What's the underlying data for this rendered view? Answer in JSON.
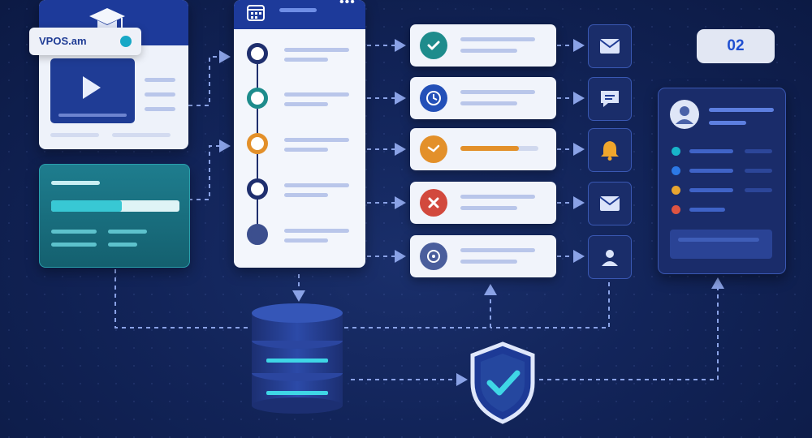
{
  "brand": {
    "name": "VPOS.am"
  },
  "page_number": "02",
  "colors": {
    "background": "#0f1f4d",
    "primary_blue": "#1d3a9a",
    "teal": "#1e7d8e",
    "status_success": "#1e8c8c",
    "status_pending": "#2350b8",
    "status_warning": "#e3902a",
    "status_error": "#d2493d",
    "status_other": "#4a5e9c"
  },
  "icons": {
    "brand_badge": "graduation-cap-icon",
    "timeline_header": "calendar-icon",
    "course": "play-icon",
    "storage": "database-icon",
    "security": "shield-check-icon",
    "profile": "user-avatar-icon"
  },
  "timeline": {
    "steps": [
      {
        "color": "#1f2f6e",
        "fill": "#ffffff"
      },
      {
        "color": "#1e8c8c",
        "fill": "#ffffff"
      },
      {
        "color": "#e3902a",
        "fill": "#ffffff"
      },
      {
        "color": "#1f2f6e",
        "fill": "#ffffff"
      },
      {
        "color": "#3c4f8e",
        "fill": "#3c4f8e"
      }
    ]
  },
  "status_cards": [
    {
      "state": "success",
      "icon": "check-icon",
      "color": "#1e8c8c",
      "channel_icon": "envelope-icon"
    },
    {
      "state": "pending",
      "icon": "clock-icon",
      "color": "#2350b8",
      "channel_icon": "chat-bubble-icon"
    },
    {
      "state": "in-progress",
      "icon": "timer-icon",
      "color": "#e3902a",
      "progress": 0.75,
      "channel_icon": "bell-icon"
    },
    {
      "state": "failed",
      "icon": "x-icon",
      "color": "#d2493d",
      "channel_icon": "envelope-icon"
    },
    {
      "state": "other",
      "icon": "target-icon",
      "color": "#4a5e9c",
      "channel_icon": "user-icon"
    }
  ],
  "profile_panel": {
    "status_dots": [
      "#18b5c9",
      "#2c79e6",
      "#e8a530",
      "#de5442"
    ]
  },
  "progress_card": {
    "progress": 0.55
  }
}
